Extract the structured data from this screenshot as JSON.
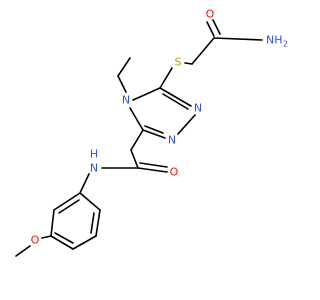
{
  "colors": {
    "bond": "#000000",
    "O": "#ff0d0d",
    "N": "#3050f8",
    "S": "#b8a200",
    "background": "#ffffff"
  },
  "atoms": {
    "o_amide_top": "O",
    "nh2": "NH",
    "nh2_sub": "2",
    "s": "S",
    "n4": "N",
    "n2": "N",
    "n1": "N",
    "nh_amide": "H",
    "n_amide": "N",
    "o_amide_mid": "O",
    "o_methoxy": "O"
  }
}
